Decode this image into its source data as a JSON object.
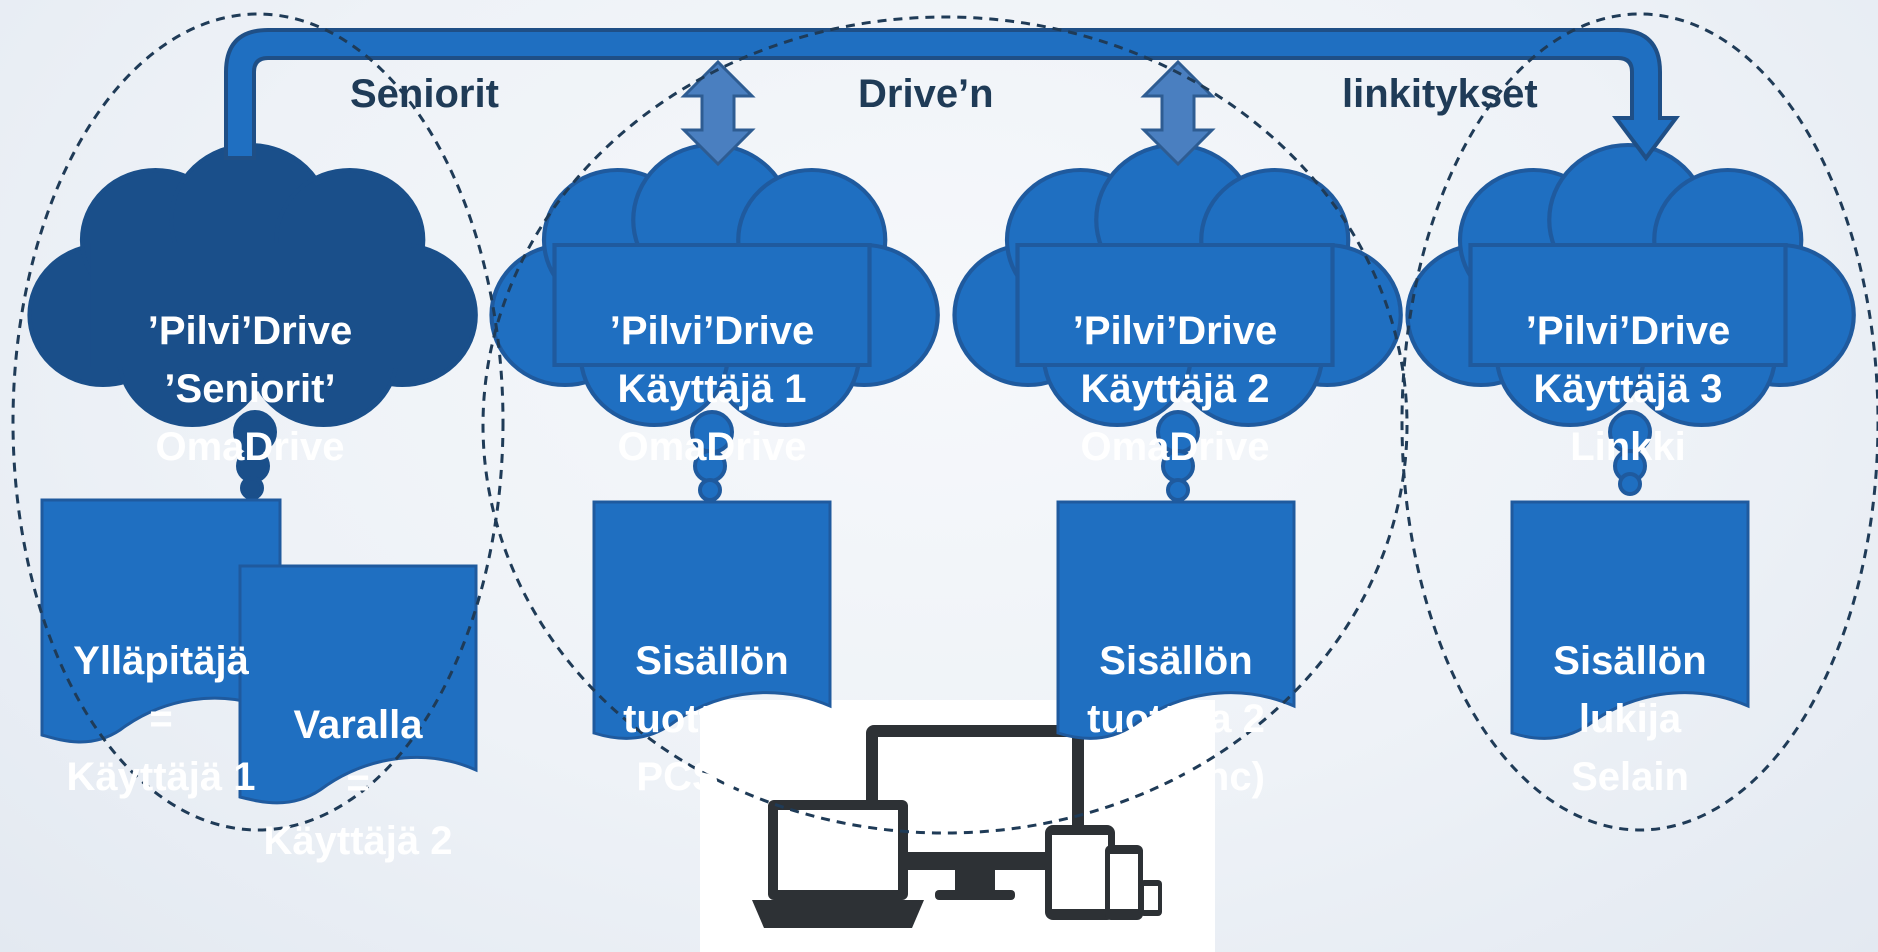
{
  "banner": {
    "word1": "Seniorit",
    "word2": "Drive’n",
    "word3": "linkitykset"
  },
  "clouds": [
    {
      "line1": "’Pilvi’Drive",
      "line2": "’Seniorit’",
      "line3": "OmaDrive",
      "color": "#1a4f8a"
    },
    {
      "line1": "’Pilvi’Drive",
      "line2": "Käyttäjä 1",
      "line3": "OmaDrive",
      "color": "#1f6fc1"
    },
    {
      "line1": "’Pilvi’Drive",
      "line2": "Käyttäjä 2",
      "line3": "OmaDrive",
      "color": "#1f6fc1"
    },
    {
      "line1": "’Pilvi’Drive",
      "line2": "Käyttäjä 3",
      "line3": "Linkki",
      "color": "#1f6fc1"
    }
  ],
  "documents": [
    {
      "line1": "Ylläpitäjä",
      "line2": "=",
      "line3": "Käyttäjä 1"
    },
    {
      "line1": "Varalla",
      "line2": "=",
      "line3": "Käyttäjä 2"
    },
    {
      "line1": "Sisällön",
      "line2": "tuottaja 1",
      "line3": "PCSync"
    },
    {
      "line1": "Sisällön",
      "line2": "tuottaja 2",
      "line3": "(PCSync)"
    },
    {
      "line1": "Sisällön",
      "line2": "lukija",
      "line3": "Selain"
    }
  ],
  "devices_icon": "devices-icon",
  "colors": {
    "cloud_main": "#1f6fc1",
    "cloud_dark": "#1a4f8a",
    "document": "#1f6fc1",
    "arrow": "#1f6fc1",
    "arrow_small": "#4a7fc0",
    "dashed": "#1f3b57"
  }
}
